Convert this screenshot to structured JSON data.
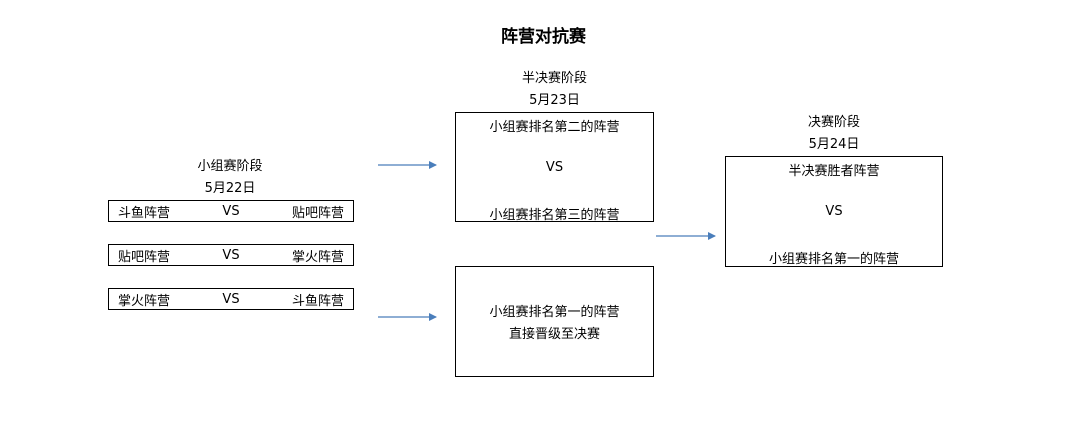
{
  "title": "阵营对抗赛",
  "group_stage": {
    "label": "小组赛阶段",
    "date": "5月22日",
    "matches": [
      {
        "left": "斗鱼阵营",
        "vs": "VS",
        "right": "贴吧阵营"
      },
      {
        "left": "贴吧阵营",
        "vs": "VS",
        "right": "掌火阵营"
      },
      {
        "left": "掌火阵营",
        "vs": "VS",
        "right": "斗鱼阵营"
      }
    ]
  },
  "semifinal_stage": {
    "label": "半决赛阶段",
    "date": "5月23日",
    "match": {
      "top": "小组赛排名第二的阵营",
      "vs": "VS",
      "bottom": "小组赛排名第三的阵营"
    },
    "bye": {
      "line1": "小组赛排名第一的阵营",
      "line2": "直接晋级至决赛"
    }
  },
  "final_stage": {
    "label": "决赛阶段",
    "date": "5月24日",
    "match": {
      "top": "半决赛胜者阵营",
      "vs": "VS",
      "bottom": "小组赛排名第一的阵营"
    }
  },
  "colors": {
    "arrow": "#4a7ebb",
    "border": "#000000"
  }
}
